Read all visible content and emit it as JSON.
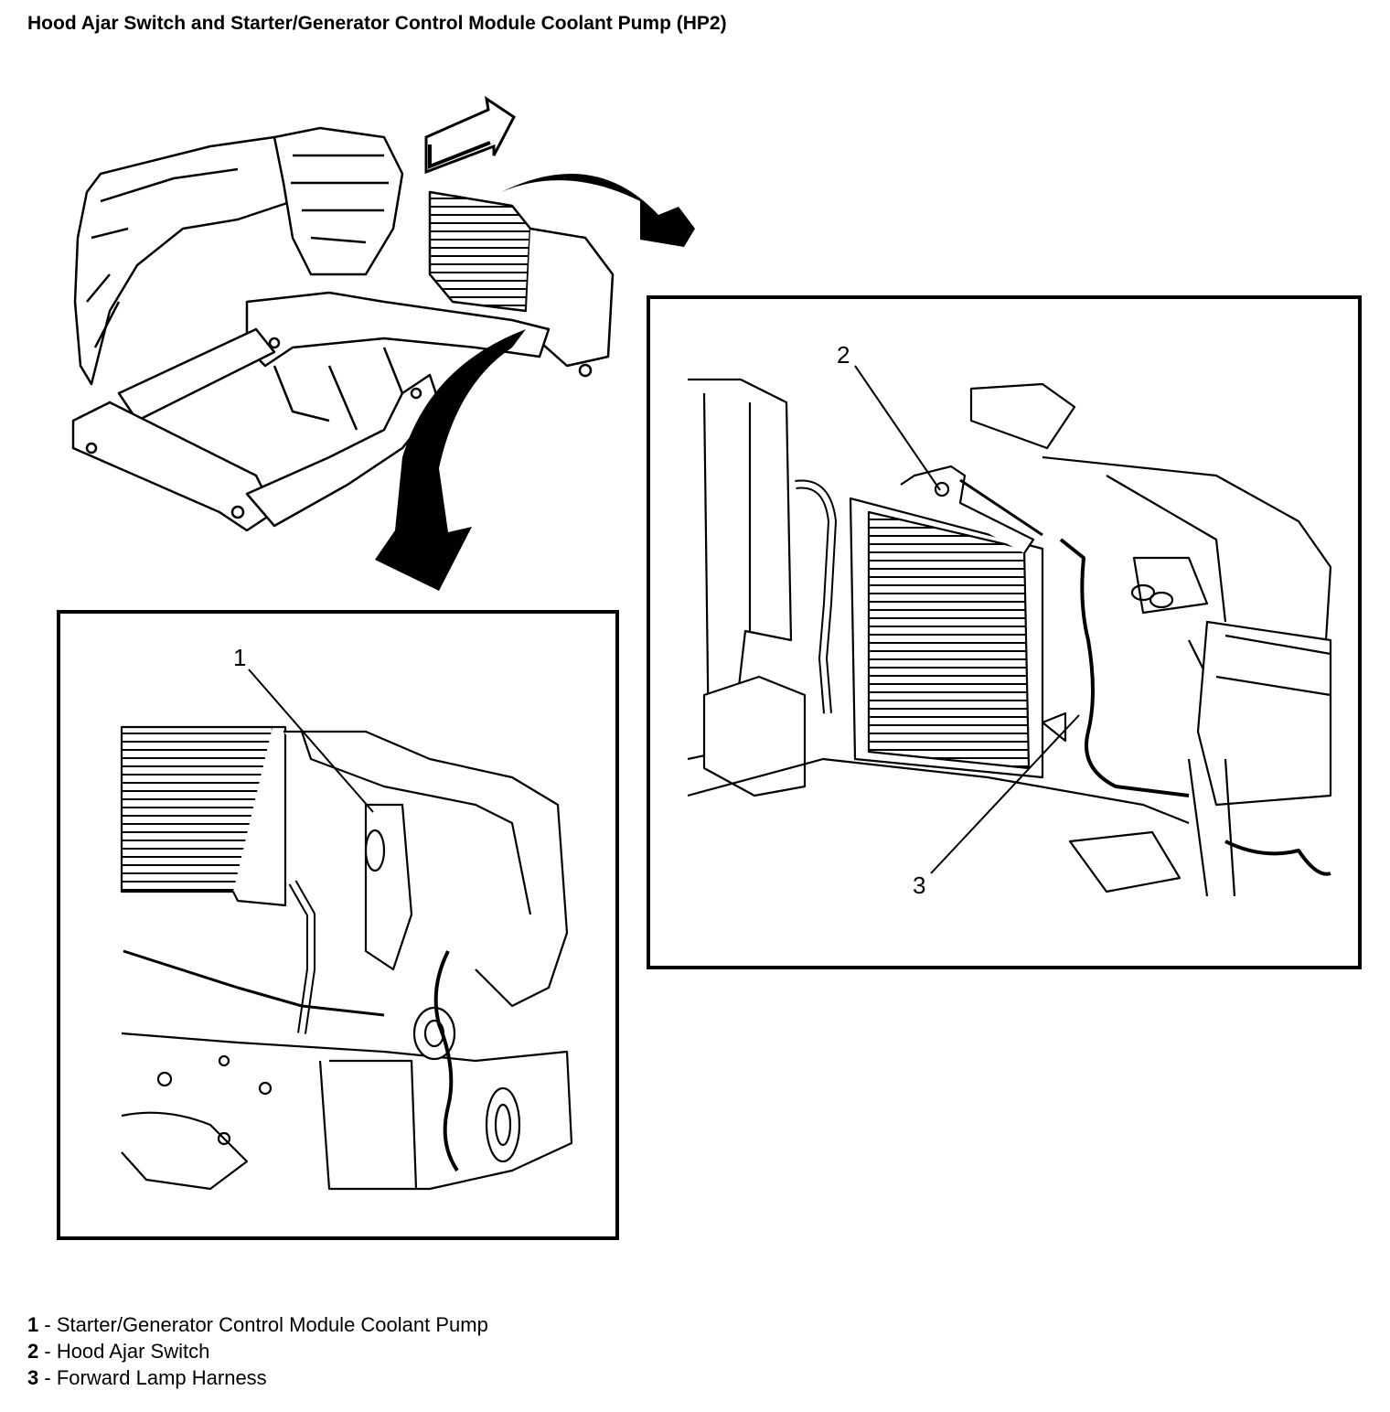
{
  "title": "Hood Ajar Switch and Starter/Generator Control Module Coolant Pump (HP2)",
  "callouts": [
    {
      "number": "1",
      "label": "Starter/Generator Control Module Coolant Pump"
    },
    {
      "number": "2",
      "label": "Hood Ajar Switch"
    },
    {
      "number": "3",
      "label": "Forward Lamp Harness"
    }
  ],
  "legend_separator": " - ",
  "colors": {
    "line": "#000000",
    "background": "#ffffff"
  },
  "icons": [
    "direction-arrow-icon",
    "rotate-arrow-icon"
  ]
}
